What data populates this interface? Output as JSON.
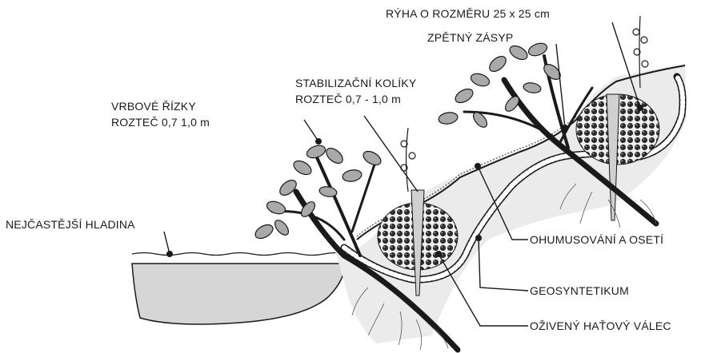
{
  "diagram": {
    "labels": {
      "trench": "RÝHA O ROZMĚRU 25 x 25 cm",
      "backfill": "ZPĚTNÝ ZÁSYP",
      "stakes_line1": "STABILIZAČNÍ KOLÍKY",
      "stakes_line2": "ROZTEČ 0,7 - 1,0 m",
      "cuttings_line1": "VRBOVÉ ŘÍZKY",
      "cuttings_line2": "ROZTEČ 0,7 1,0 m",
      "water_level": "NEJČASTĚJŠÍ HLADINA",
      "topsoil": "OHUMUSOVÁNÍ A OSETÍ",
      "geosynthetic": "GEOSYNTETIKUM",
      "fascine": "OŽIVENÝ HAŤOVÝ VÁLEC"
    },
    "colors": {
      "ink": "#1a1a1a",
      "water": "#d4d4d4",
      "soil": "#e6e6e6",
      "leaf": "#a9a9a9",
      "stone": "#2b2b2b",
      "stake": "#d0d0d0"
    }
  }
}
